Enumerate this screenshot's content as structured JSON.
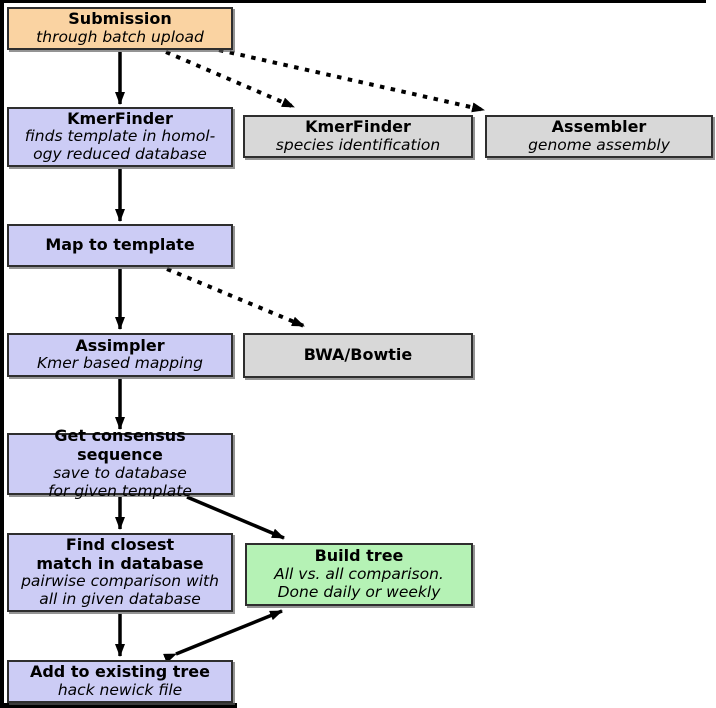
{
  "colors": {
    "submission_fill": "#FAD3A2",
    "pipeline_fill": "#CCCCF5",
    "external_fill": "#D8D8D8",
    "highlight_fill": "#B5F2B5",
    "border": "#2e2e2e",
    "arrow": "#000000"
  },
  "boxes": {
    "submission": {
      "title": "Submission",
      "subtitle": "through batch upload"
    },
    "kmerfinder_main": {
      "title": "KmerFinder",
      "subtitle": "finds template in homol-\nogy reduced database"
    },
    "kmerfinder_species": {
      "title": "KmerFinder",
      "subtitle": "species identification"
    },
    "assembler": {
      "title": "Assembler",
      "subtitle": "genome assembly"
    },
    "map_to_template": {
      "title": "Map to template"
    },
    "assimpler": {
      "title": "Assimpler",
      "subtitle": "Kmer based mapping"
    },
    "bwa_bowtie": {
      "title": "BWA/Bowtie"
    },
    "get_consensus": {
      "title": "Get consensus sequence",
      "subtitle": "save to database\nfor given template"
    },
    "find_closest": {
      "title": "Find closest\nmatch in database",
      "subtitle": "pairwise comparison with\nall in given database"
    },
    "build_tree": {
      "title": "Build tree",
      "subtitle": "All vs.  all comparison.\nDone daily or weekly"
    },
    "add_to_tree": {
      "title": "Add to existing tree",
      "subtitle": "hack newick file"
    }
  }
}
